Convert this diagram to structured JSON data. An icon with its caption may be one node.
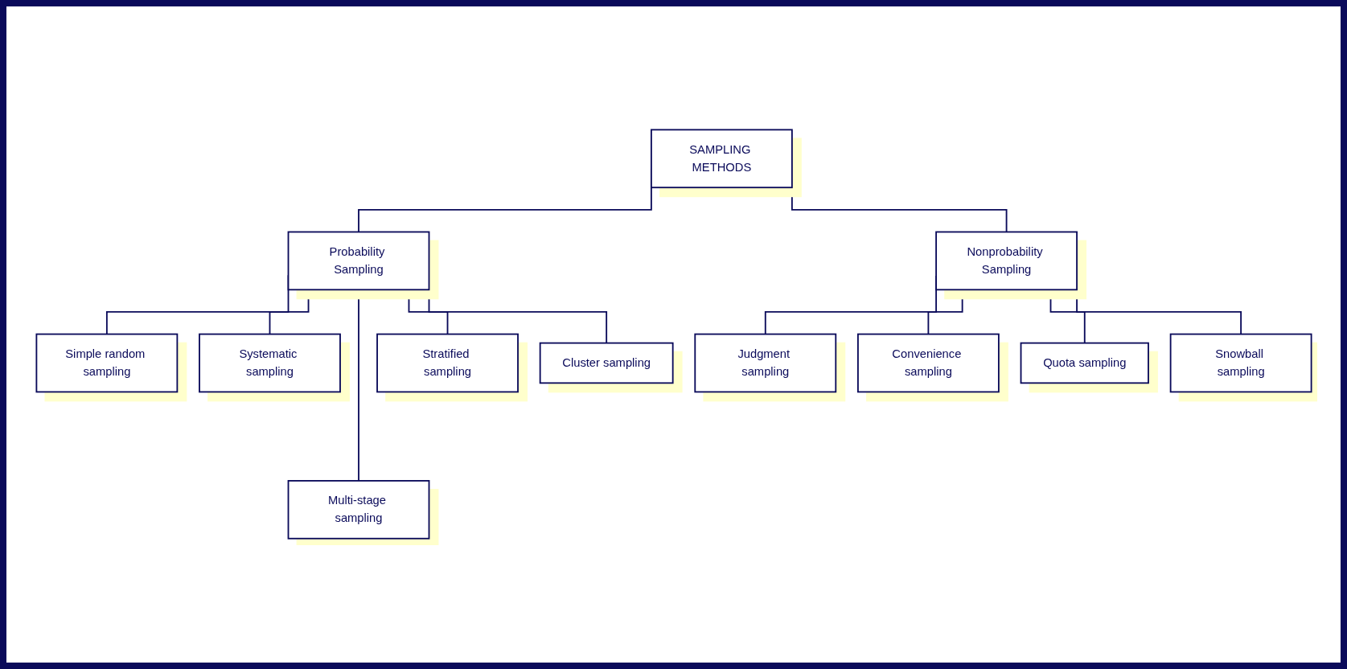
{
  "diagram": {
    "nodes": [
      {
        "text": [
          "SAMPLING METHODS"
        ]
      },
      {
        "text": [
          "Probability Sampling"
        ]
      },
      {
        "text": [
          "Nonprobability Sampling"
        ]
      },
      {
        "text": [
          "Simple random sampling"
        ]
      },
      {
        "text": [
          "Systematic sampling"
        ]
      },
      {
        "text": [
          "Stratified sampling"
        ]
      },
      {
        "text": [
          "Cluster sampling"
        ]
      },
      {
        "text": [
          "Multi-stage sampling"
        ]
      },
      {
        "text": [
          "Judgment sampling"
        ]
      },
      {
        "text": [
          "Convenience sampling"
        ]
      },
      {
        "text": [
          "Quota sampling"
        ]
      },
      {
        "text": [
          "Snowball sampling"
        ]
      }
    ],
    "edges": [
      {
        "from": 0,
        "to": 1,
        "arrow": "none"
      },
      {
        "from": 0,
        "to": 2,
        "arrow": "none"
      },
      {
        "from": 1,
        "to": 3,
        "arrow": "none"
      },
      {
        "from": 1,
        "to": 4,
        "arrow": "none"
      },
      {
        "from": 1,
        "to": 7,
        "arrow": "none"
      },
      {
        "from": 1,
        "to": 5,
        "arrow": "none"
      },
      {
        "from": 1,
        "to": 6,
        "arrow": "none"
      },
      {
        "from": 2,
        "to": 8,
        "arrow": "none"
      },
      {
        "from": 2,
        "to": 9,
        "arrow": "none"
      },
      {
        "from": 2,
        "to": 10,
        "arrow": "none"
      },
      {
        "from": 2,
        "to": 11,
        "arrow": "none"
      }
    ]
  }
}
